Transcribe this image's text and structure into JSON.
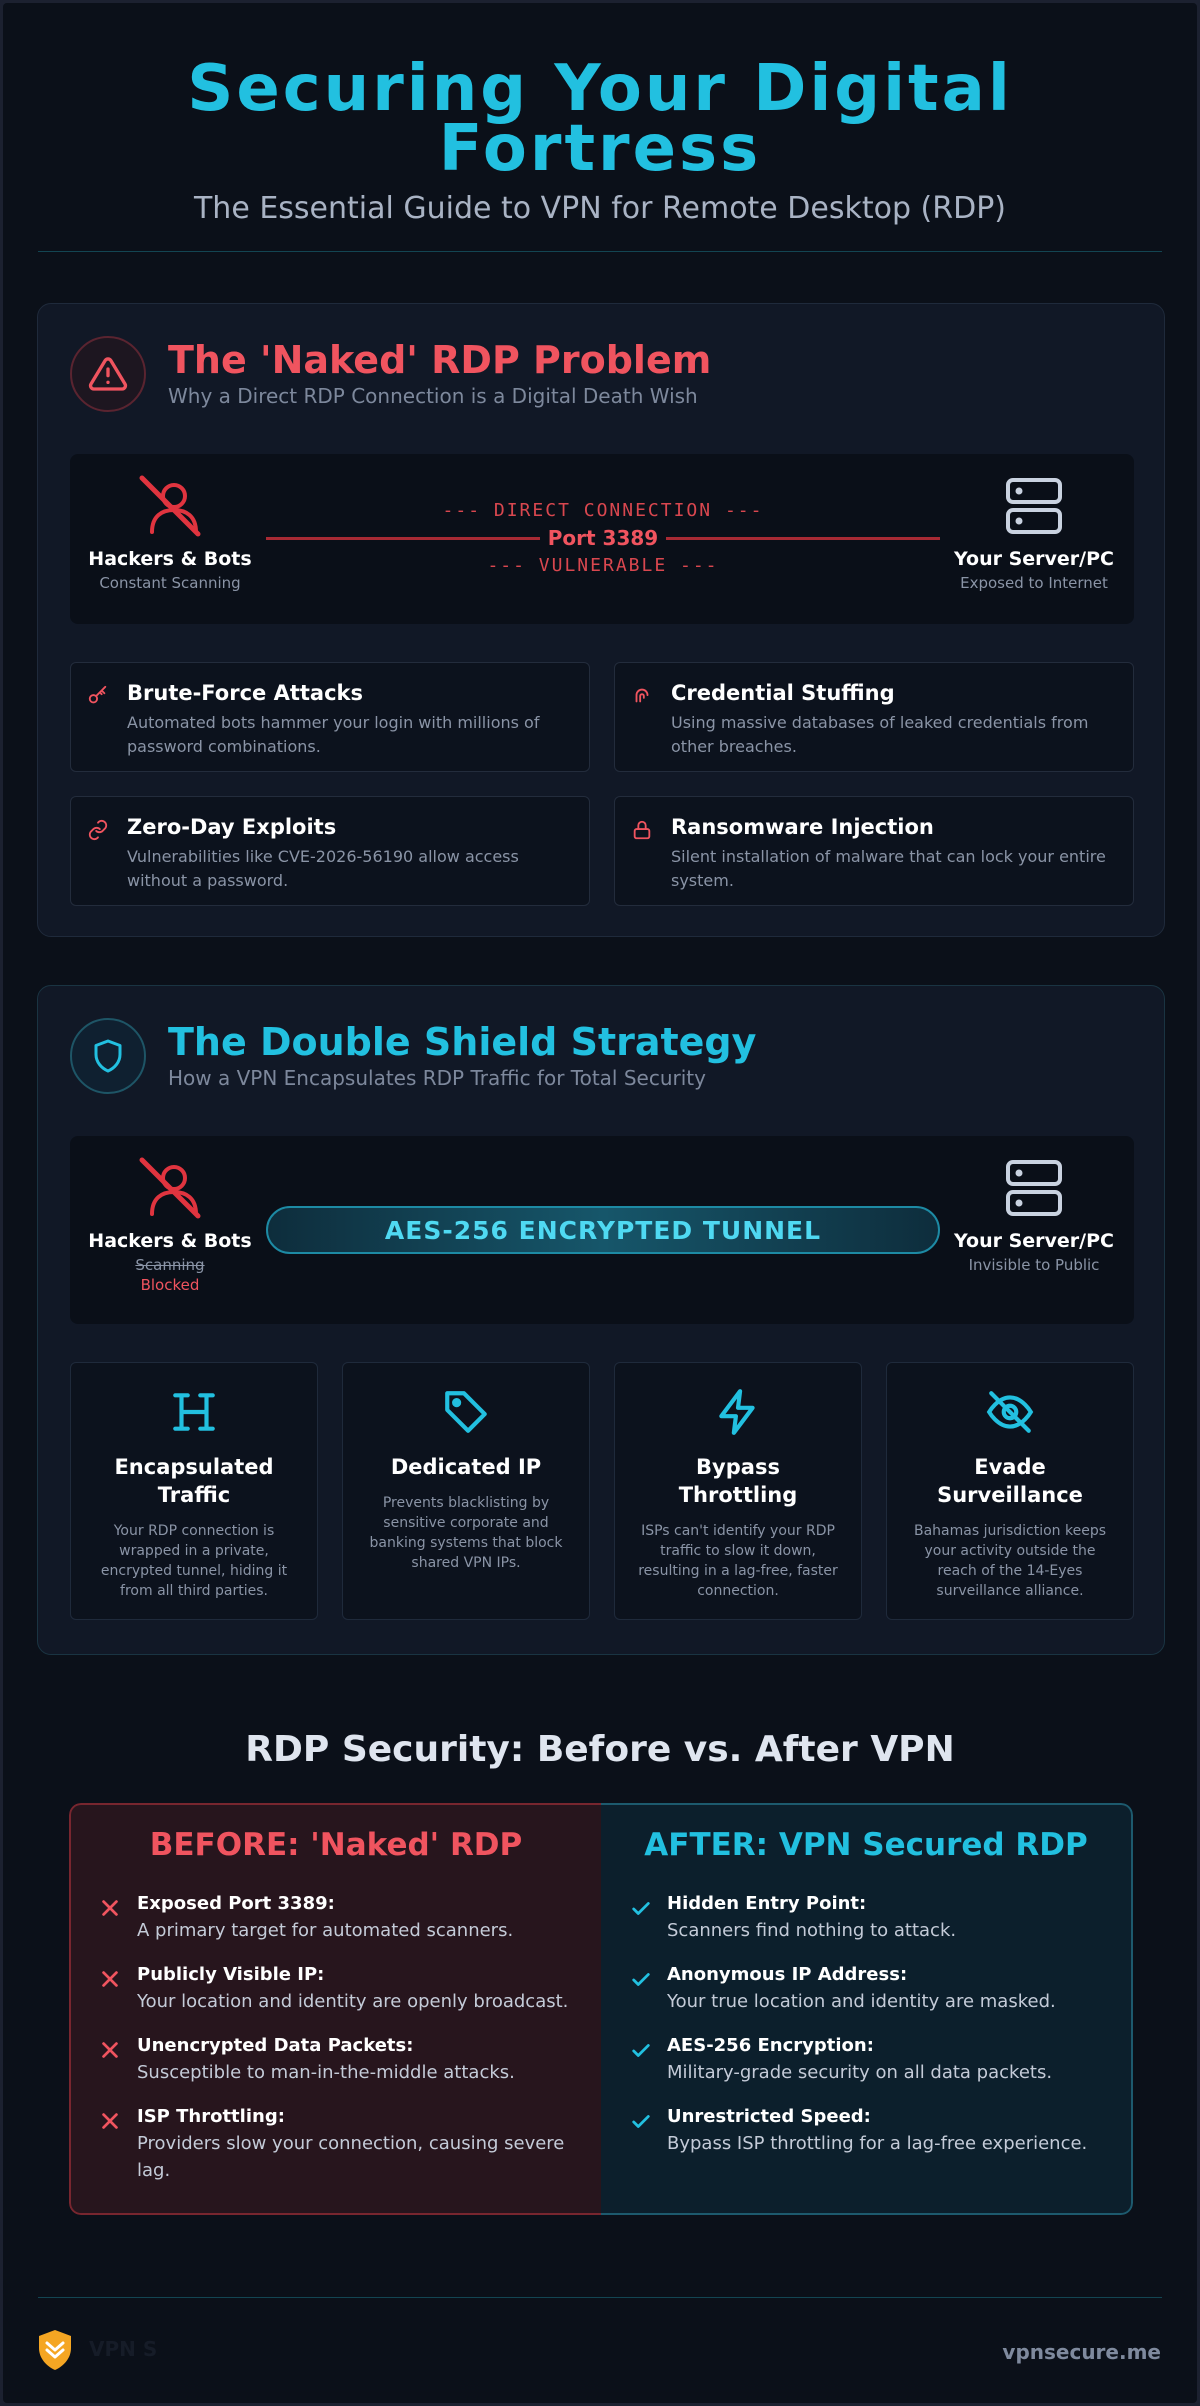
{
  "header": {
    "title_line1": "Securing Your Digital",
    "title_line2": "Fortress",
    "subtitle": "The Essential Guide to VPN for Remote Desktop (RDP)"
  },
  "problem": {
    "title": "The 'Naked' RDP Problem",
    "subtitle": "Why a Direct RDP Connection is a Digital Death Wish",
    "attacker": {
      "name": "Hackers & Bots",
      "status": "Constant Scanning"
    },
    "server": {
      "name": "Your Server/PC",
      "status": "Exposed to Internet"
    },
    "connection": {
      "top": "--- DIRECT CONNECTION ---",
      "port": "Port 3389",
      "bottom": "--- VULNERABLE ---"
    },
    "threats": [
      {
        "title": "Brute-Force Attacks",
        "desc": "Automated bots hammer your login with millions of password combinations.",
        "icon": "key-icon"
      },
      {
        "title": "Credential Stuffing",
        "desc": "Using massive databases of leaked credentials from other breaches.",
        "icon": "fingerprint-icon"
      },
      {
        "title": "Zero-Day Exploits",
        "desc": "Vulnerabilities like CVE-2026-56190 allow access without a password.",
        "icon": "link-icon"
      },
      {
        "title": "Ransomware Injection",
        "desc": "Silent installation of malware that can lock your entire system.",
        "icon": "lock-icon"
      }
    ]
  },
  "solution": {
    "title": "The Double Shield Strategy",
    "subtitle": "How a VPN Encapsulates RDP Traffic for Total Security",
    "attacker": {
      "name": "Hackers & Bots",
      "status_struck": "Scanning",
      "status": "Blocked"
    },
    "server": {
      "name": "Your Server/PC",
      "status": "Invisible to Public"
    },
    "tunnel": "AES-256 ENCRYPTED TUNNEL",
    "features": [
      {
        "title": "Encapsulated Traffic",
        "desc": "Your RDP connection is wrapped in a private, encrypted tunnel, hiding it from all third parties.",
        "icon": "tunnel-icon"
      },
      {
        "title": "Dedicated IP",
        "desc": "Prevents blacklisting by sensitive corporate and banking systems that block shared VPN IPs.",
        "icon": "tag-icon"
      },
      {
        "title": "Bypass Throttling",
        "desc": "ISPs can't identify your RDP traffic to slow it down, resulting in a lag-free, faster connection.",
        "icon": "lightning-icon"
      },
      {
        "title": "Evade Surveillance",
        "desc": "Bahamas jurisdiction keeps your activity outside the reach of the 14-Eyes surveillance alliance.",
        "icon": "eye-off-icon"
      }
    ]
  },
  "comparison": {
    "title": "RDP Security: Before vs. After VPN",
    "before": {
      "heading": "BEFORE: 'Naked' RDP",
      "items": [
        {
          "title": "Exposed Port 3389:",
          "desc": "A primary target for automated scanners."
        },
        {
          "title": "Publicly Visible IP:",
          "desc": "Your location and identity are openly broadcast."
        },
        {
          "title": "Unencrypted Data Packets:",
          "desc": "Susceptible to man-in-the-middle attacks."
        },
        {
          "title": "ISP Throttling:",
          "desc": "Providers slow your connection, causing severe lag."
        }
      ]
    },
    "after": {
      "heading": "AFTER: VPN Secured RDP",
      "items": [
        {
          "title": "Hidden Entry Point:",
          "desc": "Scanners find nothing to attack."
        },
        {
          "title": "Anonymous IP Address:",
          "desc": "Your true location and identity are masked."
        },
        {
          "title": "AES-256 Encryption:",
          "desc": "Military-grade security on all data packets."
        },
        {
          "title": "Unrestricted Speed:",
          "desc": "Bypass ISP throttling for a lag-free experience."
        }
      ]
    }
  },
  "footer": {
    "brand": "VPN S",
    "url": "vpnsecure.me"
  },
  "colors": {
    "danger": "#f0545f",
    "accent": "#22c0e0",
    "background": "#0b1019"
  }
}
